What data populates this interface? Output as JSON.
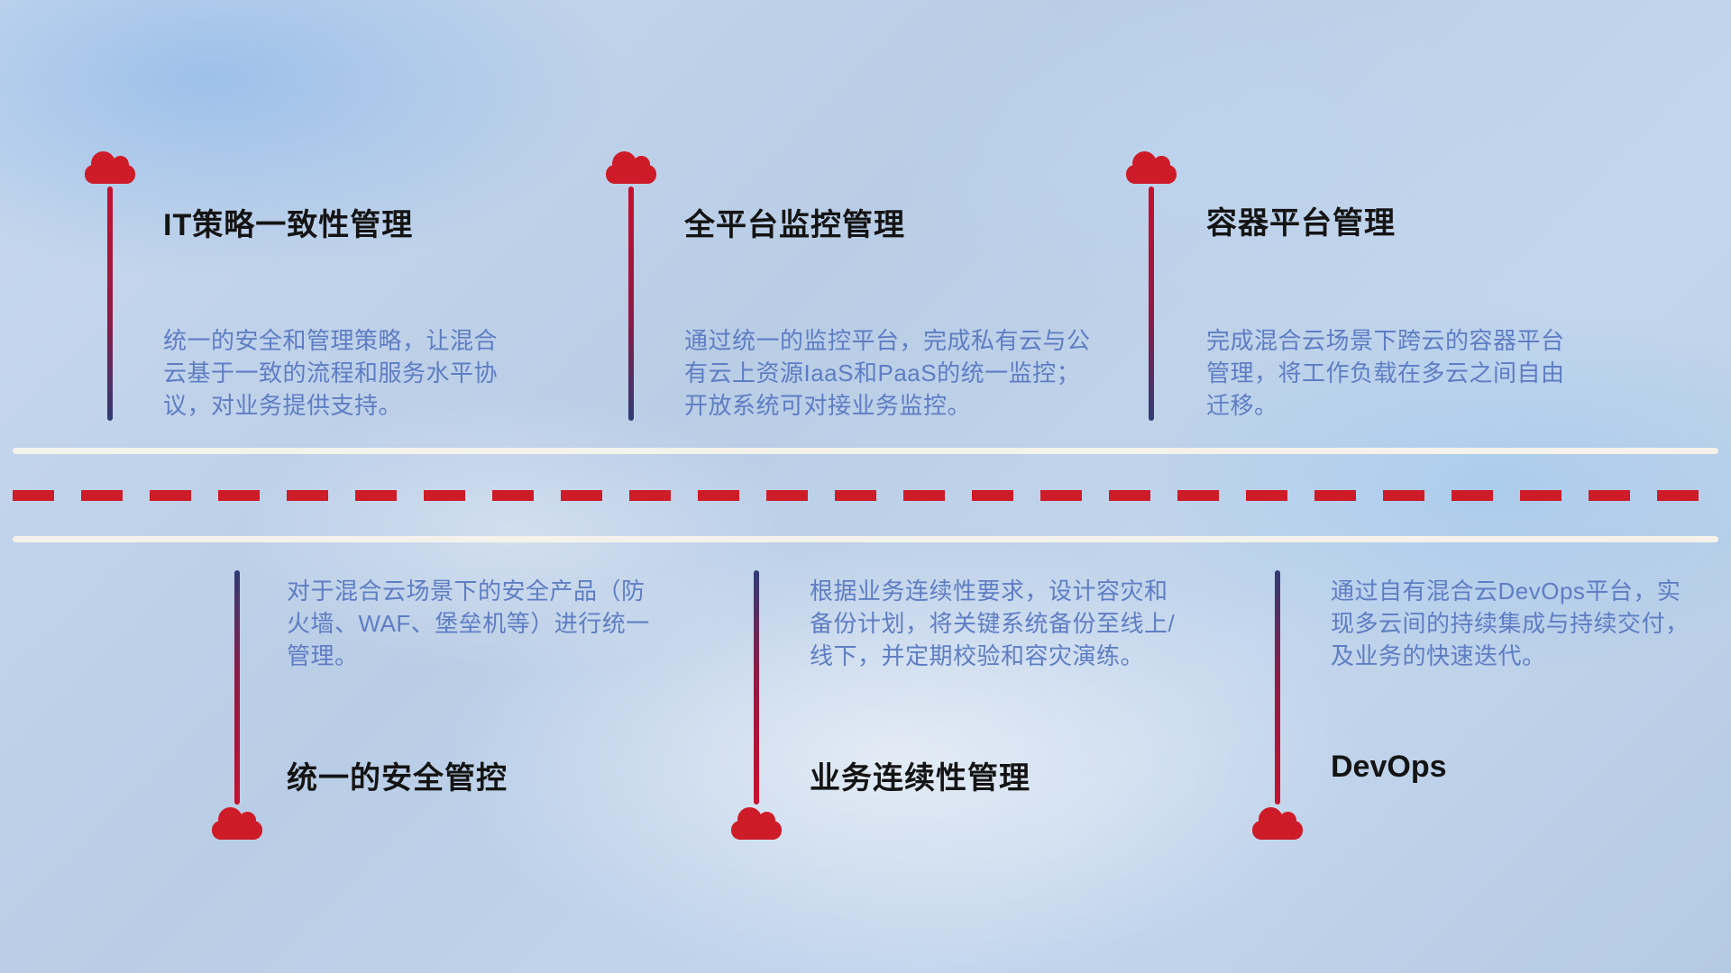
{
  "items": [
    {
      "icon": "cloud-icon",
      "title": "IT策略一致性管理",
      "description": "统一的安全和管理策略，让混合云基于一致的流程和服务水平协议，对业务提供支持。"
    },
    {
      "icon": "cloud-icon",
      "title": "全平台监控管理",
      "description": "通过统一的监控平台，完成私有云与公有云上资源IaaS和PaaS的统一监控；开放系统可对接业务监控。"
    },
    {
      "icon": "cloud-icon",
      "title": "容器平台管理",
      "description": "完成混合云场景下跨云的容器平台管理，将工作负载在多云之间自由迁移。"
    },
    {
      "icon": "cloud-icon",
      "title": "统一的安全管控",
      "description": "对于混合云场景下的安全产品（防火墙、WAF、堡垒机等）进行统一管理。"
    },
    {
      "icon": "cloud-icon",
      "title": "业务连续性管理",
      "description": "根据业务连续性要求，设计容灾和备份计划，将关键系统备份至线上/线下，并定期校验和容灾演练。"
    },
    {
      "icon": "cloud-icon",
      "title": "DevOps",
      "description": "通过自有混合云DevOps平台，实现多云间的持续集成与持续交付，及业务的快速迭代。"
    }
  ],
  "colors": {
    "cloud_red": "#ce1b28",
    "line_red": "#c8102e",
    "line_navy": "#2f3c74",
    "description_blue": "#5f7dc3",
    "title_color": "#141414",
    "road_white": "#f5f2ec"
  }
}
